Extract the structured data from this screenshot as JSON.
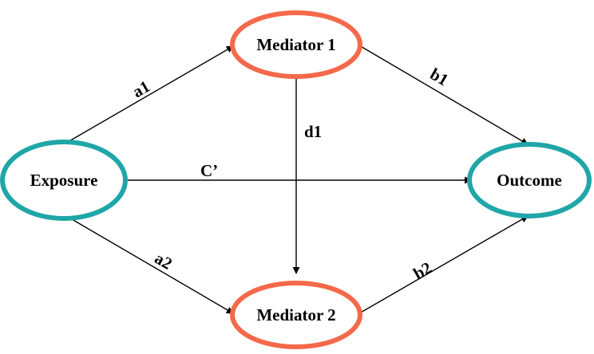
{
  "nodes": {
    "mediator1": {
      "label": "Mediator 1",
      "color": "#F4694A"
    },
    "mediator2": {
      "label": "Mediator 2",
      "color": "#F4694A"
    },
    "exposure": {
      "label": "Exposure",
      "color": "#1FA6A8"
    },
    "outcome": {
      "label": "Outcome",
      "color": "#1FA6A8"
    }
  },
  "edges": {
    "a1": {
      "label": "a1",
      "from": "Exposure",
      "to": "Mediator 1"
    },
    "a2": {
      "label": "a2",
      "from": "Exposure",
      "to": "Mediator 2"
    },
    "b1": {
      "label": "b1",
      "from": "Mediator 1",
      "to": "Outcome"
    },
    "b2": {
      "label": "b2",
      "from": "Mediator 2",
      "to": "Outcome"
    },
    "d1": {
      "label": "d1",
      "from": "Mediator 1",
      "to": "Mediator 2"
    },
    "c_prime": {
      "label": "C’",
      "from": "Exposure",
      "to": "Outcome"
    }
  }
}
